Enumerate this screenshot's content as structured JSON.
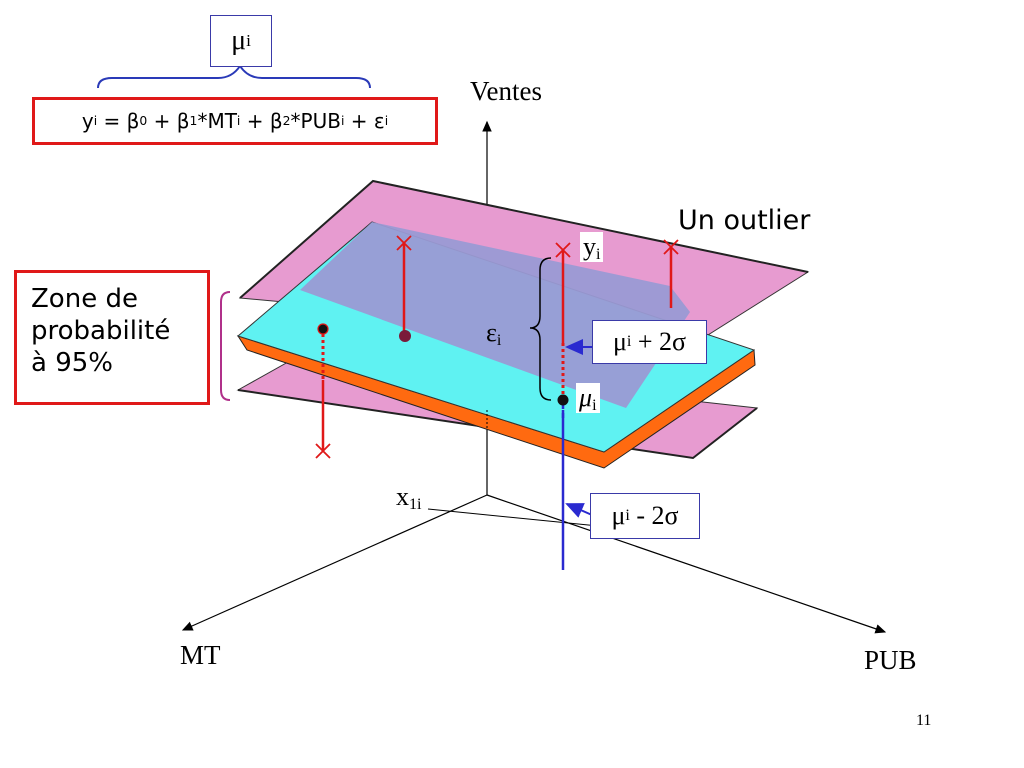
{
  "mu_top_label": {
    "symbol": "μ",
    "sub": "i"
  },
  "equation": {
    "y": "y",
    "y_sub": "i",
    "eq": " = ",
    "b0": "β",
    "b0_sub": "0",
    "plus1": " + ",
    "b1": "β",
    "b1_sub": "1",
    "mt": "*MT",
    "mt_sub": "i",
    "plus2": " + ",
    "b2": "β",
    "b2_sub": "2",
    "pub": "*PUB",
    "pub_sub": "i",
    "plus3": " + ",
    "eps": "ε",
    "eps_sub": "i"
  },
  "axis_labels": {
    "ventes": "Ventes",
    "mt": "MT",
    "pub": "PUB",
    "x1": "x",
    "x1_sub": "1i"
  },
  "zone_box": {
    "line1": "Zone de",
    "line2": "probabilité",
    "line3": "à 95%"
  },
  "outlier_label": "Un outlier",
  "point_labels": {
    "y": "y",
    "y_sub": "i",
    "eps": "ε",
    "eps_sub": "i",
    "mu": "μ",
    "mu_sub": "i",
    "mu_plus": {
      "mu": "μ",
      "sub": "i",
      "rest": " + 2σ"
    },
    "mu_minus": {
      "mu": "μ",
      "sub": "i",
      "rest": " - 2σ"
    }
  },
  "page_number": "11",
  "colors": {
    "pink_plane": "#e79bd0",
    "blue_plane": "#9a9ad4",
    "cyan_plane": "#5ff2f2",
    "orange_edge": "#ff6a10",
    "red": "#e01818",
    "blue": "#2a2ad0",
    "brace_blue": "#2a3ab8",
    "brace_magenta": "#b0308a"
  }
}
